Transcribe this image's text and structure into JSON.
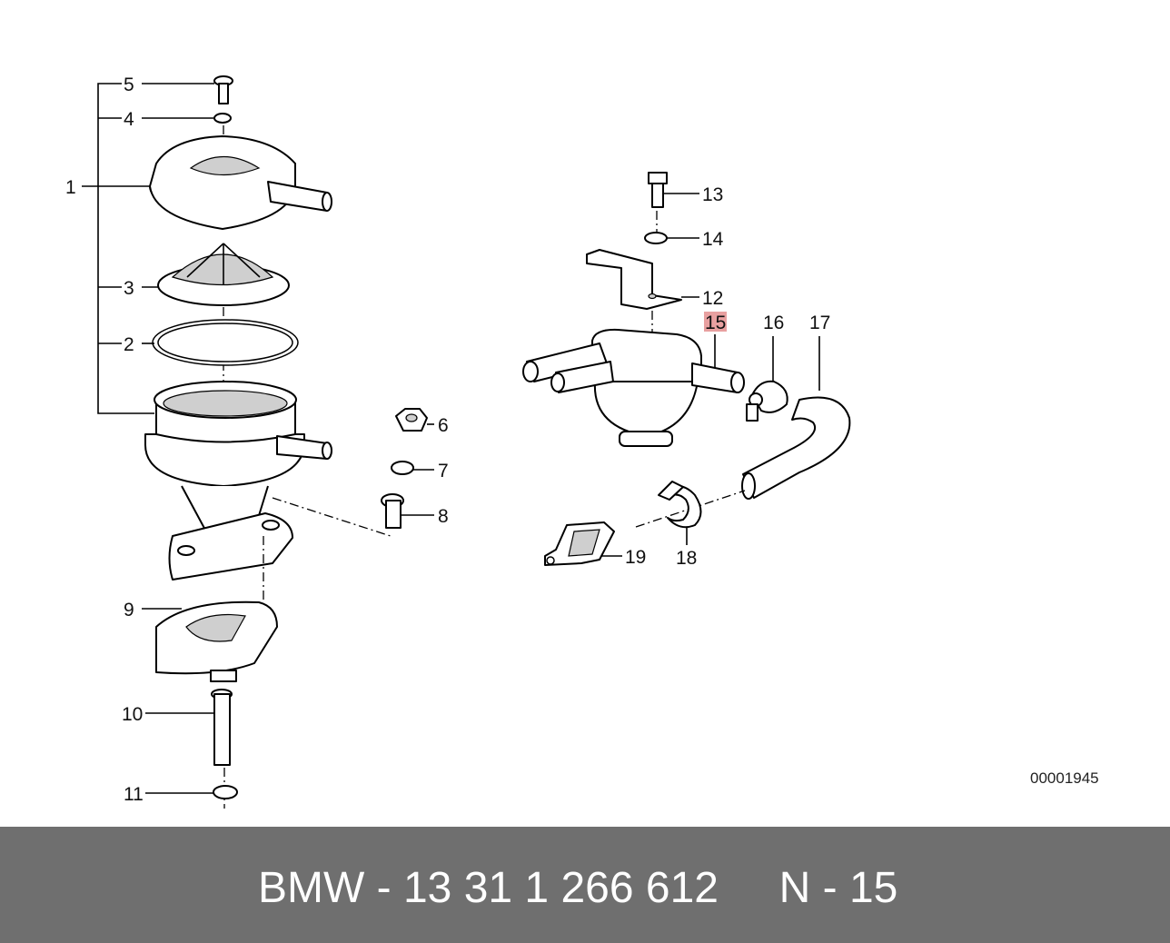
{
  "diagram": {
    "callouts": [
      {
        "id": "c1",
        "label": "1"
      },
      {
        "id": "c2",
        "label": "2"
      },
      {
        "id": "c3",
        "label": "3"
      },
      {
        "id": "c4",
        "label": "4"
      },
      {
        "id": "c5",
        "label": "5"
      },
      {
        "id": "c6",
        "label": "6"
      },
      {
        "id": "c7",
        "label": "7"
      },
      {
        "id": "c8",
        "label": "8"
      },
      {
        "id": "c9",
        "label": "9"
      },
      {
        "id": "c10",
        "label": "10"
      },
      {
        "id": "c11",
        "label": "11"
      },
      {
        "id": "c12",
        "label": "12"
      },
      {
        "id": "c13",
        "label": "13"
      },
      {
        "id": "c14",
        "label": "14"
      },
      {
        "id": "c15",
        "label": "15",
        "highlighted": true,
        "highlight_color": "#e8a0a0"
      },
      {
        "id": "c16",
        "label": "16"
      },
      {
        "id": "c17",
        "label": "17"
      },
      {
        "id": "c18",
        "label": "18"
      },
      {
        "id": "c19",
        "label": "19"
      }
    ],
    "reference_code": "00001945"
  },
  "footer": {
    "text": "BMW - 13 31 1 266 612     N - 15",
    "background": "#6f6f6f",
    "text_color": "#ffffff"
  }
}
